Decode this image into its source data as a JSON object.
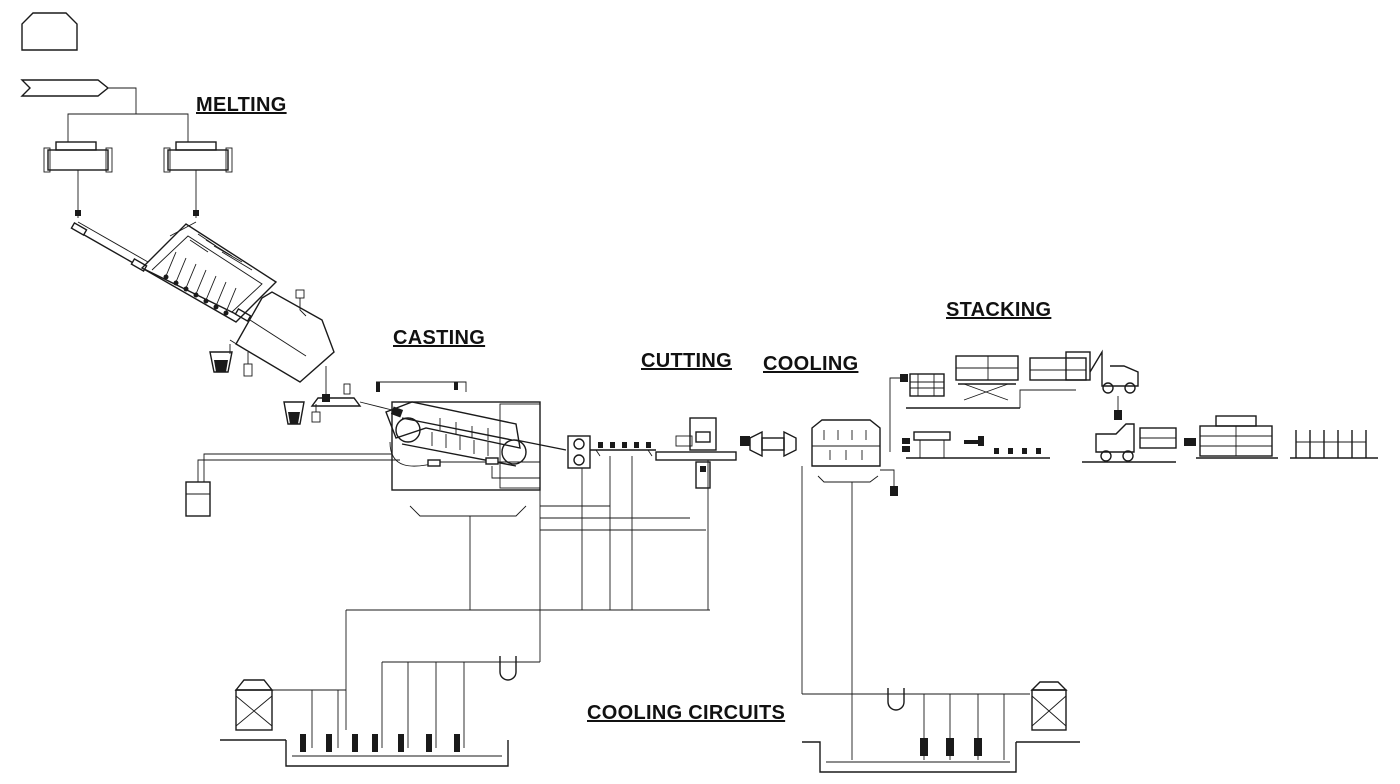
{
  "labels": {
    "melting": "MELTING",
    "casting": "CASTING",
    "cutting": "CUTTING",
    "cooling": "COOLING",
    "stacking": "STACKING",
    "cooling_circuits": "COOLING CIRCUITS"
  },
  "colors": {
    "line": "#1a1a1a",
    "background": "#ffffff"
  }
}
